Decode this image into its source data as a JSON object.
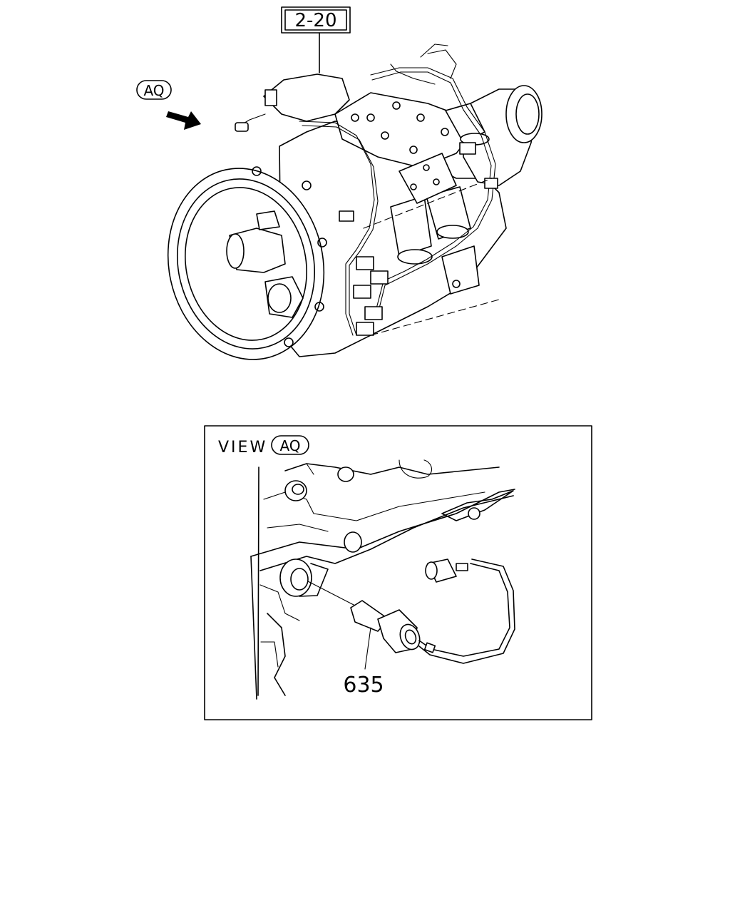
{
  "callouts": {
    "section_ref": "2-20",
    "view_marker": "AQ",
    "part_number": "635"
  },
  "inset": {
    "view_prefix": "VIEW",
    "view_marker": "AQ"
  },
  "colors": {
    "line": "#000000",
    "background": "#ffffff"
  }
}
